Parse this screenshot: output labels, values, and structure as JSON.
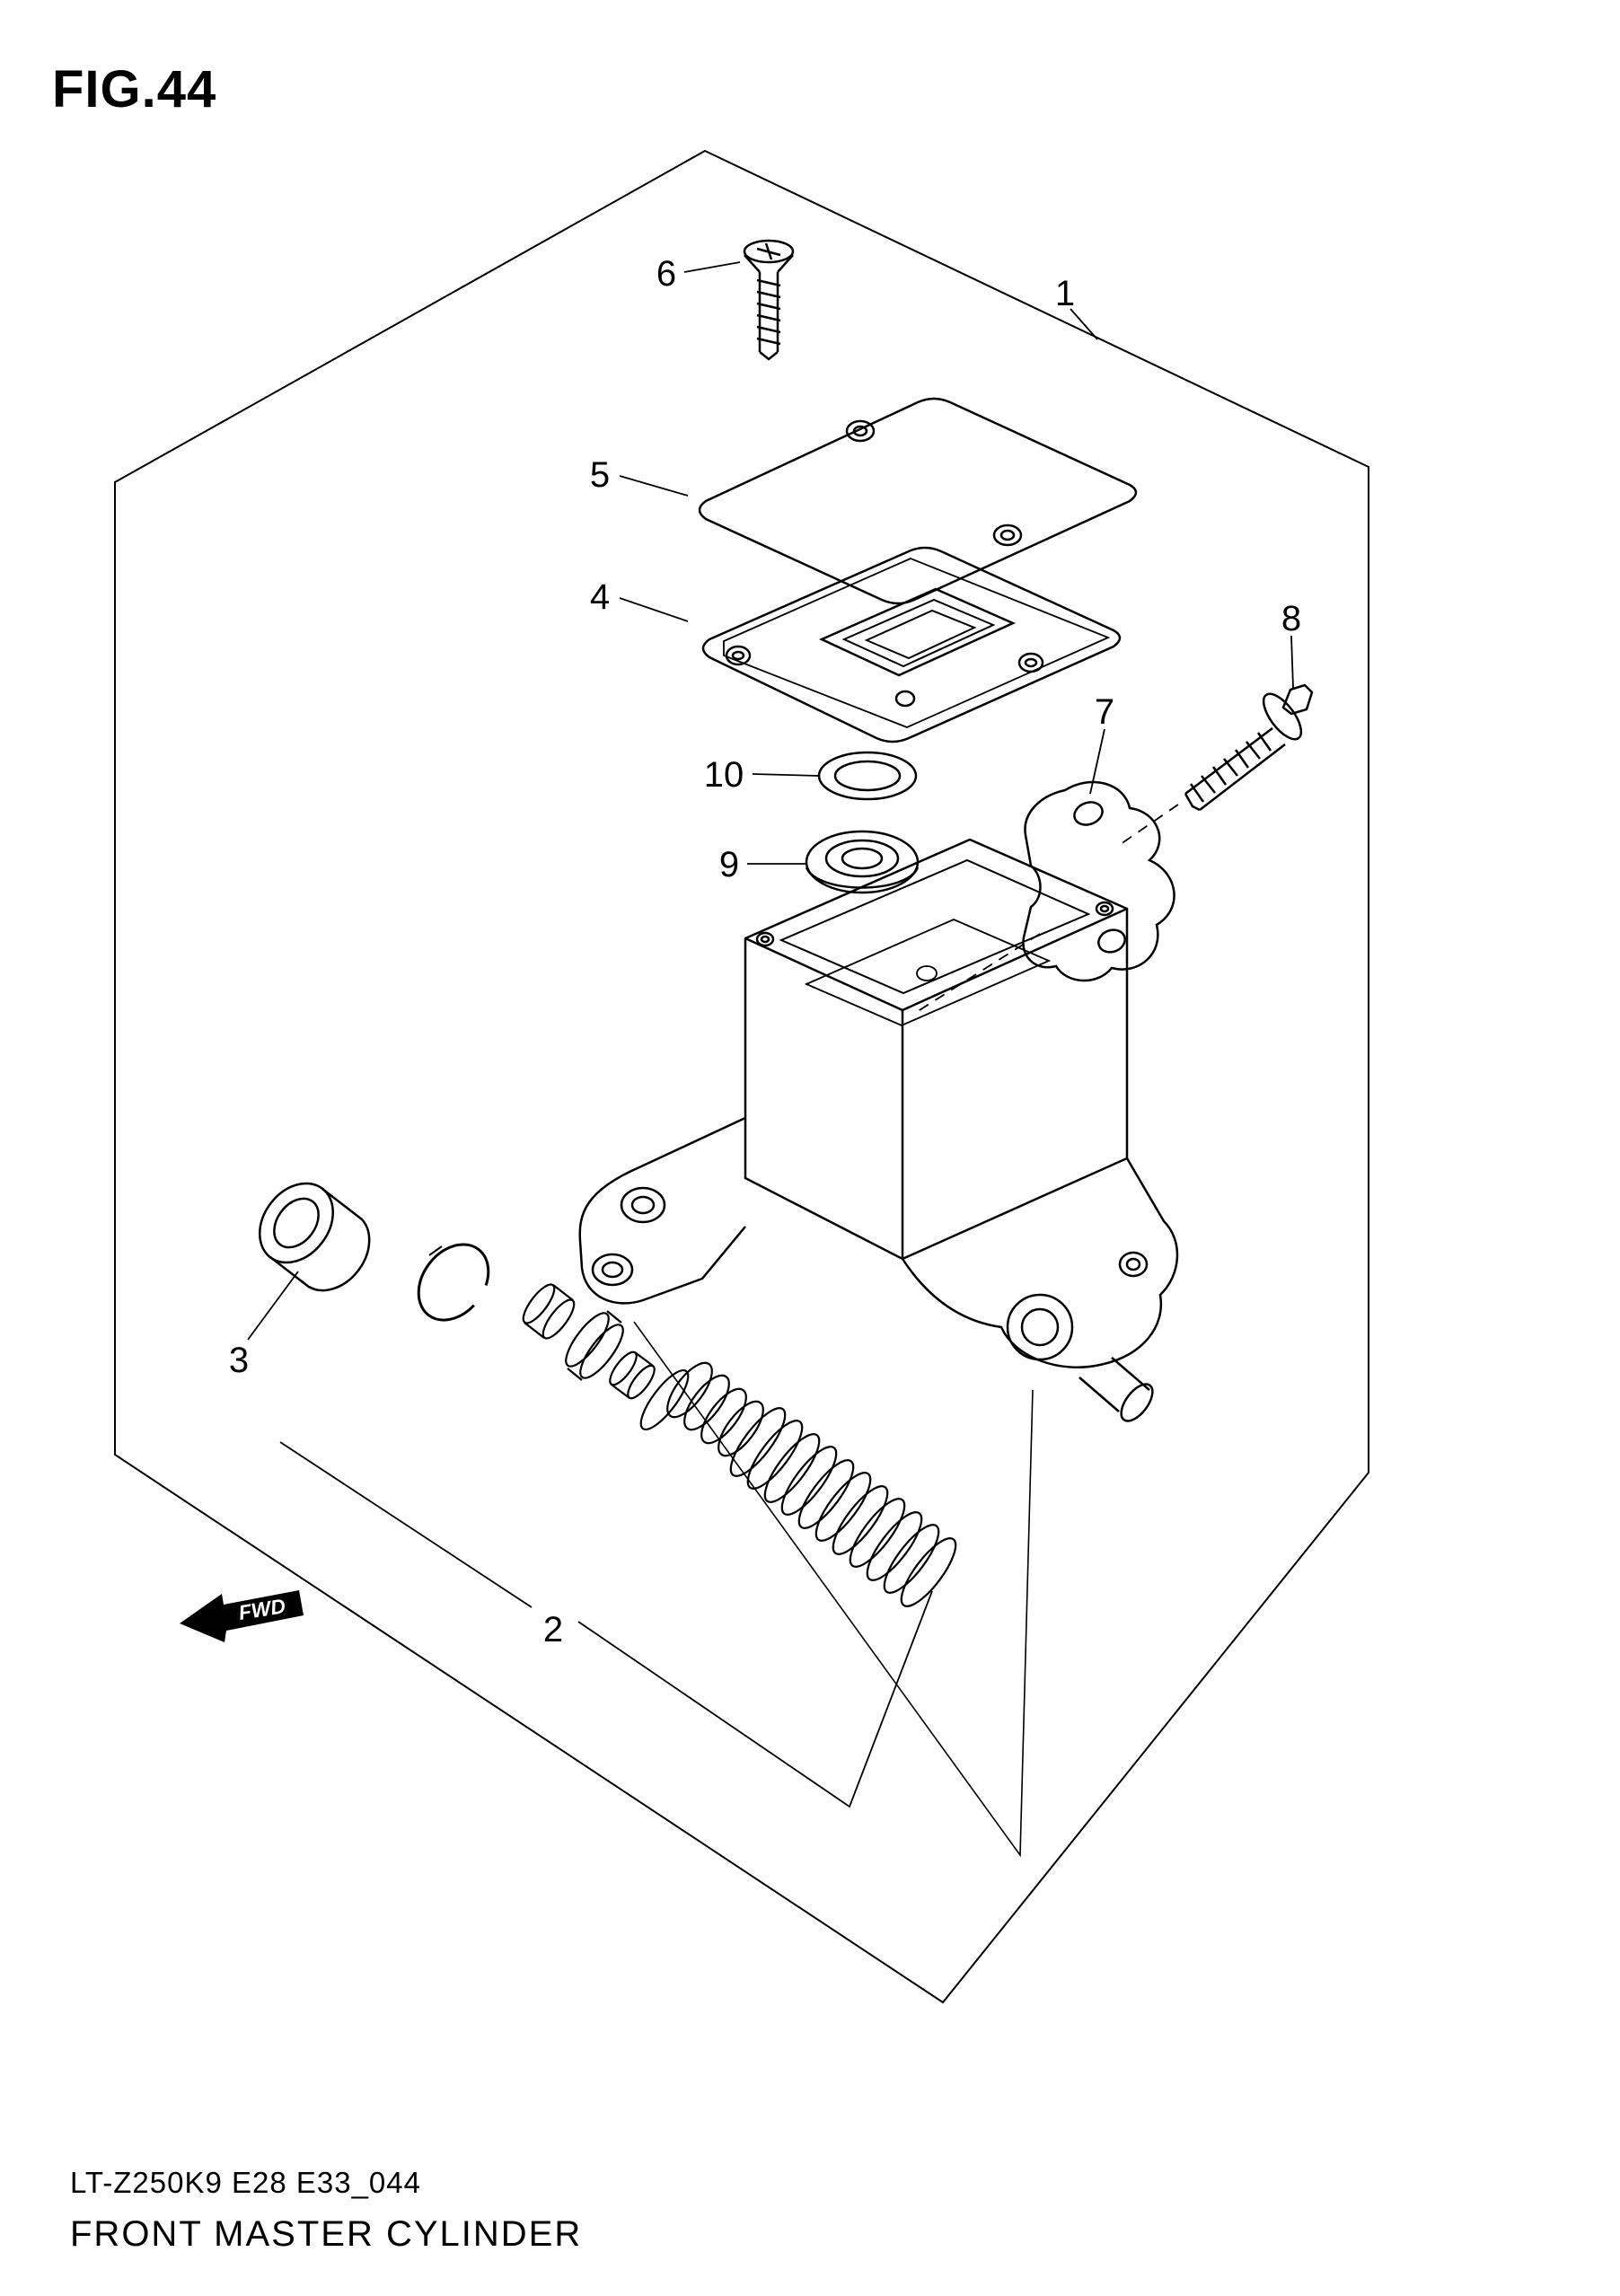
{
  "figure": {
    "title": "FIG.44"
  },
  "callouts": {
    "c1": "1",
    "c2": "2",
    "c3": "3",
    "c4": "4",
    "c5": "5",
    "c6": "6",
    "c7": "7",
    "c8": "8",
    "c9": "9",
    "c10": "10"
  },
  "fwd": {
    "label": "FWD"
  },
  "footer": {
    "model_code": "LT-Z250K9 E28 E33_044",
    "page_title": "FRONT MASTER CYLINDER"
  },
  "drawing": {
    "line_color": "#000000",
    "background": "#ffffff"
  }
}
